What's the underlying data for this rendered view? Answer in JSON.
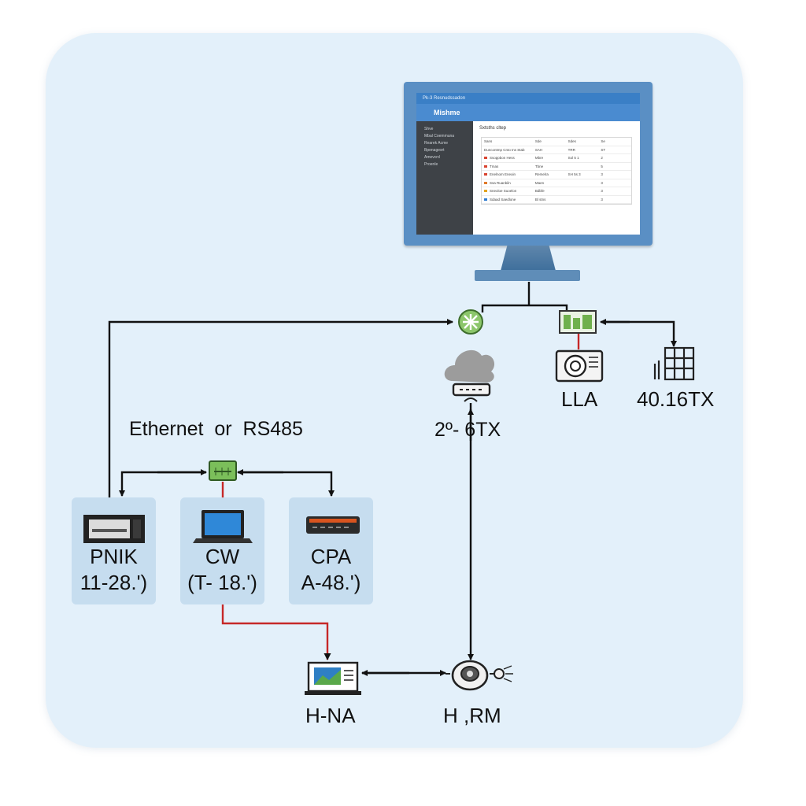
{
  "monitor": {
    "title_bar": "Pk-3 Resnudssadon",
    "app_name": "Mishme",
    "sidebar_items": [
      "Shve",
      "Mbal Coemmuna",
      "Rearek Acme",
      "Bpenagesrt",
      "Amevcrd",
      "Proenle"
    ],
    "main_heading": "Sxtsths cltep",
    "table_headers": [
      "Sans",
      "Sde",
      "Sdes",
      "Se"
    ],
    "table_rows": [
      [
        "Duncontmp Cnto Ins Stab",
        "SAH",
        "TRR",
        "ST"
      ],
      [
        "Ssoppbon Hess",
        "Mbre",
        "Sol 5 1",
        "2"
      ],
      [
        "Tmas",
        "Tbne",
        "",
        "5"
      ],
      [
        "Enelnom Eneoin",
        "Remelra",
        "SH 5s 3",
        "3"
      ],
      [
        "Ssa Ruanbiln",
        "Maen",
        "",
        "3"
      ],
      [
        "Sneoloe Suoelon",
        "Bdbfe",
        "",
        "3"
      ],
      [
        "Sdaad Saedlone",
        "Bl stns",
        "",
        "3"
      ]
    ],
    "row_dot_colors": [
      "#d9432f",
      "#d9432f",
      "#d9432f",
      "#e07a2a",
      "#e3a41f",
      "#2e7bd1"
    ]
  },
  "labels": {
    "network_caption": "Ethernet  or  RS485",
    "cloud_device": "2º- 6TX",
    "camera_right": "LLA",
    "rack_device": "40.16TX",
    "bottom_left": "H-NA",
    "bottom_right": "H ,RM"
  },
  "devices": [
    {
      "name": "PNIK",
      "spec": "11-28.')"
    },
    {
      "name": "CW",
      "spec": "(T- 18.')"
    },
    {
      "name": "CPA",
      "spec": "A-48.')"
    }
  ],
  "colors": {
    "background_panel": "#e3f0fa",
    "card": "#c6ddef",
    "wire": "#111111",
    "wire_alert": "#c62828",
    "monitor_frame": "#5a8fc4",
    "switch_green": "#7bbf5a"
  }
}
